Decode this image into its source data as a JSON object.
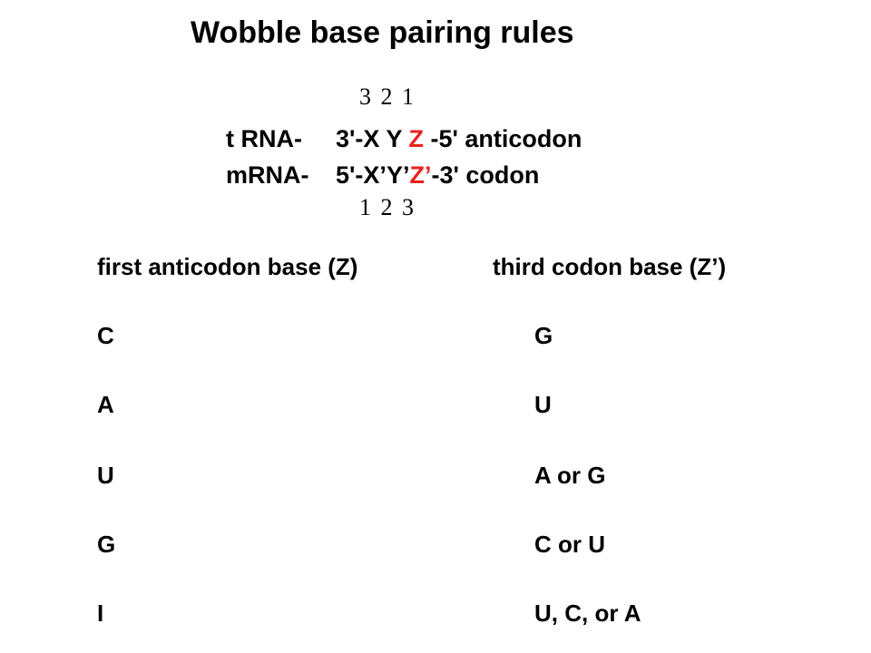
{
  "title": "Wobble base pairing rules",
  "numbering": {
    "top": "3 2 1",
    "bottom": "1 2 3"
  },
  "trna": {
    "label": "t RNA-",
    "prefix": "3'-X Y ",
    "highlight": "Z",
    "suffix": " -5' anticodon"
  },
  "mrna": {
    "label": "mRNA-",
    "prefix": "5'-X’Y’",
    "highlight": "Z’",
    "suffix": "-3' codon"
  },
  "table": {
    "headers": [
      "first anticodon base (Z)",
      "third codon base (Z’)"
    ],
    "rows": [
      [
        "C",
        "G"
      ],
      [
        "A",
        "U"
      ],
      [
        "U",
        "A or G"
      ],
      [
        "G",
        "C or U"
      ],
      [
        "I",
        "U, C, or A"
      ]
    ]
  },
  "colors": {
    "highlight": "#e8221d",
    "text": "#000000",
    "background": "#ffffff"
  }
}
